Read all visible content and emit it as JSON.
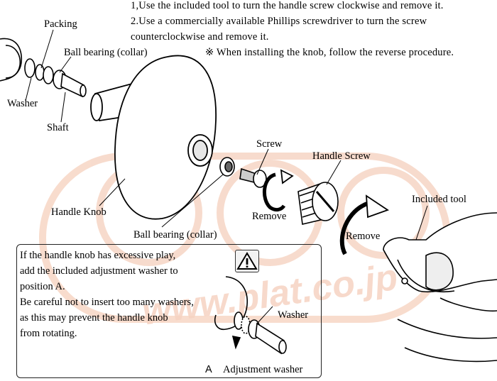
{
  "instructions": {
    "line1": "1,Use the included tool to turn the handle screw clockwise and remove it.",
    "line2": "2.Use a commercially available Phillips screwdriver to turn the screw",
    "line3": "counterclockwise and remove it.",
    "line4": "※ When installing the knob, follow the reverse procedure."
  },
  "labels": {
    "packing": "Packing",
    "ball_bearing_top": "Ball bearing (collar)",
    "washer_left": "Washer",
    "shaft": "Shaft",
    "handle_knob": "Handle Knob",
    "ball_bearing_bottom": "Ball bearing (collar)",
    "screw": "Screw",
    "handle_screw": "Handle Screw",
    "remove_1": "Remove",
    "remove_2": "Remove",
    "included_tool": "Included tool"
  },
  "note": {
    "lines": [
      "If the handle knob has excessive play,",
      "add the included adjustment washer to",
      "position A.",
      "Be careful not to insert too many washers,",
      "as this may prevent the handle knob",
      "from rotating."
    ],
    "warning_icon": "warning-triangle-icon",
    "washer_label": "Washer",
    "position_letter": "A",
    "adjustment_washer_label": "Adjustment washer"
  },
  "watermark": {
    "text": "www.plat.co.jp",
    "color": "#f6d3c2"
  }
}
